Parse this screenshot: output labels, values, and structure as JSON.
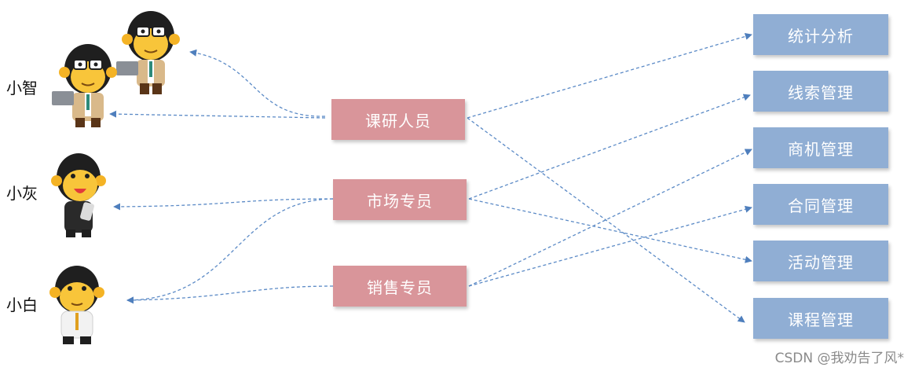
{
  "people": [
    {
      "name": "小智"
    },
    {
      "name": "小灰"
    },
    {
      "name": "小白"
    }
  ],
  "roles": [
    {
      "label": "课研人员"
    },
    {
      "label": "市场专员"
    },
    {
      "label": "销售专员"
    }
  ],
  "modules": [
    {
      "label": "统计分析"
    },
    {
      "label": "线索管理"
    },
    {
      "label": "商机管理"
    },
    {
      "label": "合同管理"
    },
    {
      "label": "活动管理"
    },
    {
      "label": "课程管理"
    }
  ],
  "links": {
    "person_role": [
      {
        "person": "小智",
        "role": "课研人员"
      },
      {
        "person": "小灰",
        "role": "市场专员"
      },
      {
        "person": "小白",
        "role": "市场专员"
      },
      {
        "person": "小白",
        "role": "销售专员"
      }
    ],
    "role_module": [
      {
        "role": "课研人员",
        "module": "统计分析"
      },
      {
        "role": "课研人员",
        "module": "课程管理"
      },
      {
        "role": "市场专员",
        "module": "线索管理"
      },
      {
        "role": "市场专员",
        "module": "活动管理"
      },
      {
        "role": "销售专员",
        "module": "商机管理"
      },
      {
        "role": "销售专员",
        "module": "合同管理"
      }
    ]
  },
  "colors": {
    "role_fill": "#d9959a",
    "module_fill": "#90aed4",
    "link_stroke": "#5b8ac6"
  },
  "watermark": "CSDN @我劝告了风*"
}
